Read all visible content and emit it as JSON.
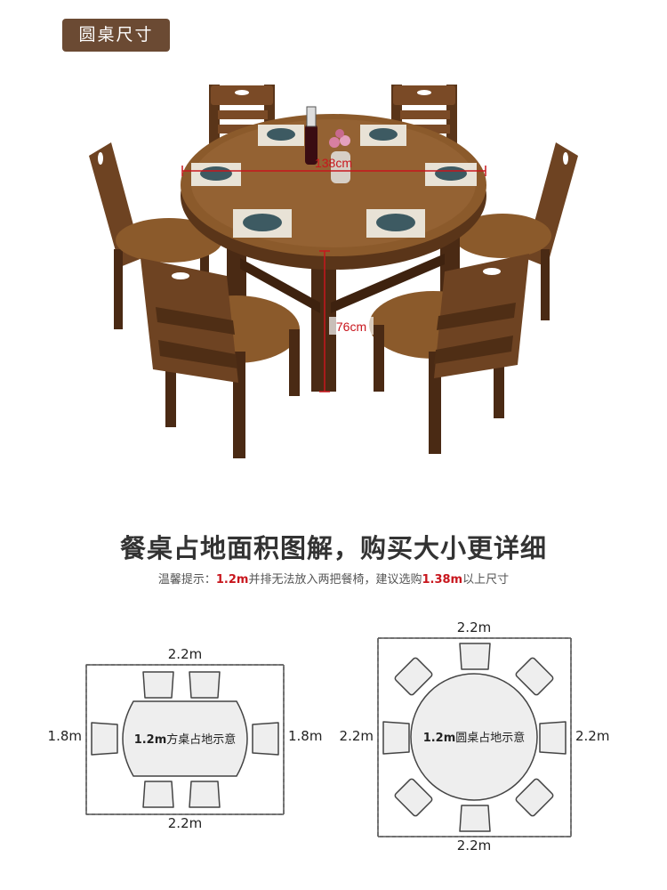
{
  "badge": "圆桌尺寸",
  "photo": {
    "width_label": "138cm",
    "height_label": "76cm",
    "colors": {
      "wood": "#6e4322",
      "wood_light": "#8b5a2b",
      "wood_dark": "#4a2a14",
      "mat": "#e8e2d6"
    }
  },
  "headline": "餐桌占地面积图解，购买大小更详细",
  "tip": {
    "prefix": "温馨提示：",
    "size_a": "1.2m",
    "middle": "并排无法放入两把餐椅，建议选购",
    "size_b": "1.38m",
    "suffix": "以上尺寸"
  },
  "square_diagram": {
    "top_label": "2.2m",
    "bottom_label": "2.2m",
    "left_label": "1.8m",
    "right_label": "1.8m",
    "center_size": "1.2m",
    "center_text": "方桌占地示意"
  },
  "round_diagram": {
    "top_label": "2.2m",
    "bottom_label": "2.2m",
    "left_label": "2.2m",
    "right_label": "2.2m",
    "center_size": "1.2m",
    "center_text": "圆桌占地示意"
  },
  "colors": {
    "accent_red": "#c8161d",
    "badge_bg": "#6b4a33",
    "shape_fill": "#eeeeee",
    "shape_stroke": "#444444"
  }
}
